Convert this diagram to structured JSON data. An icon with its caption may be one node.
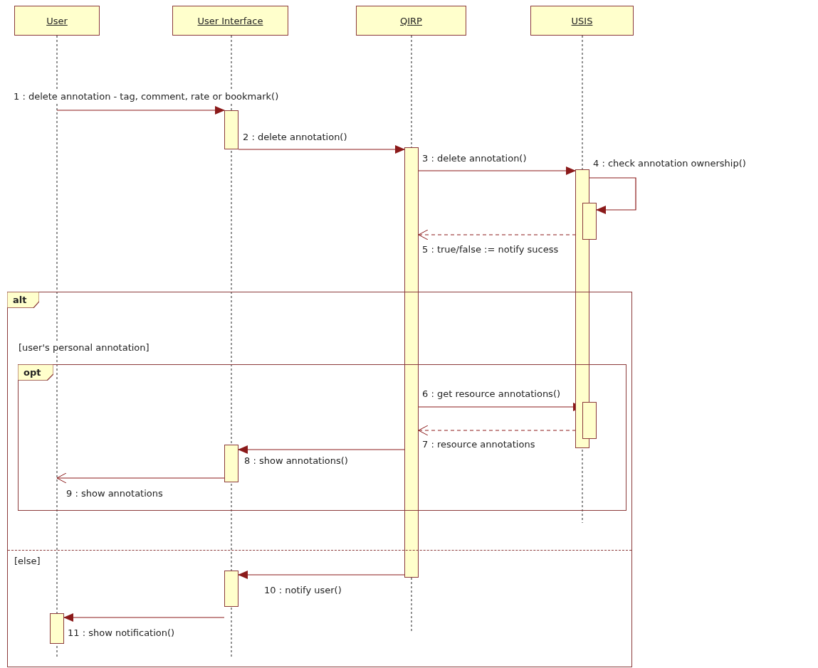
{
  "diagram": {
    "nodes": [
      {
        "text": [
          "User"
        ]
      },
      {
        "text": [
          "User Interface"
        ]
      },
      {
        "text": [
          "QIRP"
        ]
      },
      {
        "text": [
          "USIS"
        ]
      },
      {
        "text": [],
        "shape": "bar"
      },
      {
        "text": [],
        "shape": "bar"
      },
      {
        "text": [],
        "shape": "bar"
      },
      {
        "text": [],
        "shape": "bar"
      },
      {
        "text": [
          "alt",
          "[user's personal annotation]",
          "[else]"
        ]
      },
      {
        "text": [
          "opt"
        ],
        "in": 8
      },
      {
        "text": [],
        "shape": "bar",
        "in": 9
      },
      {
        "text": [],
        "shape": "bar",
        "in": 9
      },
      {
        "text": [],
        "shape": "bar",
        "in": 8
      },
      {
        "text": [],
        "shape": "bar",
        "in": 8
      }
    ],
    "edges": [
      {
        "from": null,
        "to": 4,
        "arrow": "to",
        "label": "1 : delete annotation - tag, comment, rate or bookmark()"
      },
      {
        "from": 4,
        "to": 5,
        "arrow": "to",
        "label": "2 : delete annotation()"
      },
      {
        "from": 5,
        "to": 6,
        "arrow": "to",
        "label": "3 : delete annotation()"
      },
      {
        "from": 6,
        "to": 7,
        "arrow": "to",
        "label": "4 : check annotation ownership()"
      },
      {
        "from": 7,
        "to": 5,
        "arrow": "to",
        "style": "dashed",
        "label": "5 : true/false := notify sucess"
      },
      {
        "from": 5,
        "to": 10,
        "arrow": "to",
        "label": "6 : get resource annotations()"
      },
      {
        "from": 10,
        "to": 5,
        "arrow": "to",
        "style": "dashed",
        "label": "7 : resource annotations"
      },
      {
        "from": 5,
        "to": 11,
        "arrow": "to",
        "label": "8 : show annotations()"
      },
      {
        "from": 11,
        "to": null,
        "arrow": "to",
        "label": "9 : show annotations"
      },
      {
        "from": 5,
        "to": 12,
        "arrow": "to",
        "label": "10 : notify user()"
      },
      {
        "from": 12,
        "to": 13,
        "arrow": "to",
        "label": "11 : show notification()"
      }
    ]
  }
}
